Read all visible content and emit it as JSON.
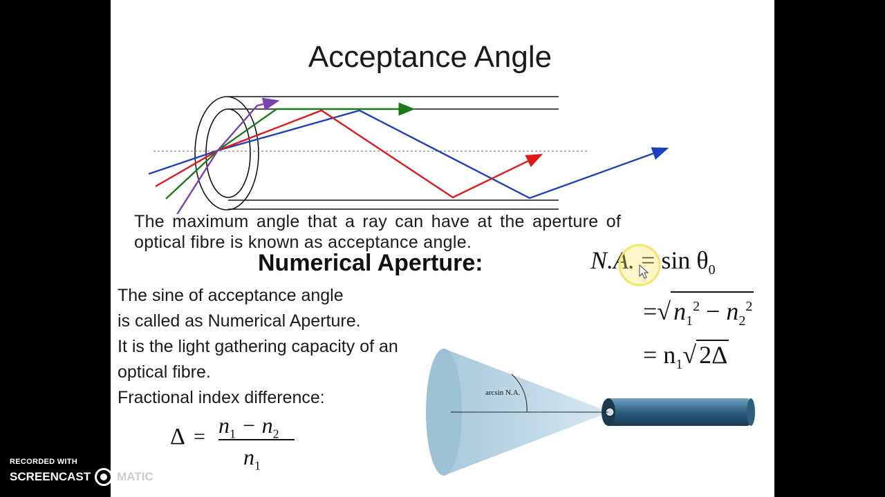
{
  "slide": {
    "title": "Acceptance Angle",
    "definition_line1": "The maximum angle that a ray can have at the aperture of",
    "definition_line2": "optical fibre is known as acceptance angle.",
    "heading": "Numerical Aperture:",
    "paragraph": [
      "The sine of acceptance angle",
      "is called as Numerical Aperture.",
      "It is the light gathering capacity of an",
      "optical fibre.",
      "Fractional index difference:"
    ],
    "cone_label": "arcsin N.A."
  },
  "equations": {
    "na_lhs": "N.A.",
    "na_rhs": "= sin θ",
    "theta_sub": "0",
    "line2_prefix": "=",
    "line2_n1": "n",
    "line2_n2": "n",
    "line3_prefix": "= n",
    "line3_root": "2Δ",
    "delta_symbol": "Δ",
    "frac_num": "n",
    "frac_den": "n",
    "sub1": "1",
    "sub2": "2",
    "sup2": "2"
  },
  "watermark": {
    "line1": "RECORDED WITH",
    "brand_a": "SCREENCAST",
    "brand_b": "MATIC"
  },
  "colors": {
    "ray_blue": "#1f3fbf",
    "ray_red": "#e01818",
    "ray_green": "#1a7a1a",
    "ray_purple": "#7b3fb0",
    "highlight": "#f5e663",
    "fibre": "#2c5f7e"
  }
}
